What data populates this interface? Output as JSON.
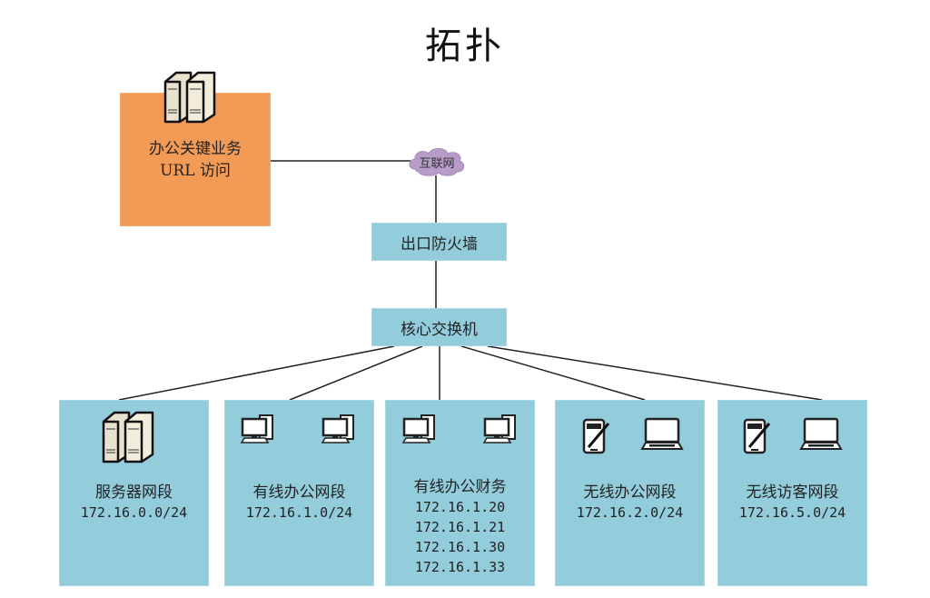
{
  "title": "拓扑",
  "colors": {
    "segment_box": "#93cddc",
    "business_box": "#f29b57",
    "cloud": "#b79bc8",
    "line": "#222222"
  },
  "business": {
    "label_line1": "办公关键业务",
    "label_line2": "URL 访问",
    "icon": "server-pair-icon"
  },
  "internet": {
    "label": "互联网",
    "icon": "cloud-icon"
  },
  "firewall": {
    "label": "出口防火墙"
  },
  "core_switch": {
    "label": "核心交换机"
  },
  "segments": [
    {
      "name": "服务器网段",
      "lines": [
        "172.16.0.0/24"
      ],
      "icons": [
        "server-pair-icon"
      ]
    },
    {
      "name": "有线办公网段",
      "lines": [
        "172.16.1.0/24"
      ],
      "icons": [
        "desktop-pc-icon",
        "desktop-pc-icon"
      ]
    },
    {
      "name": "有线办公财务",
      "lines": [
        "172.16.1.20",
        "172.16.1.21",
        "172.16.1.30",
        "172.16.1.33"
      ],
      "icons": [
        "desktop-pc-icon",
        "desktop-pc-icon"
      ]
    },
    {
      "name": "无线办公网段",
      "lines": [
        "172.16.2.0/24"
      ],
      "icons": [
        "pda-stylus-icon",
        "laptop-icon"
      ]
    },
    {
      "name": "无线访客网段",
      "lines": [
        "172.16.5.0/24"
      ],
      "icons": [
        "pda-stylus-icon",
        "laptop-icon"
      ]
    }
  ]
}
